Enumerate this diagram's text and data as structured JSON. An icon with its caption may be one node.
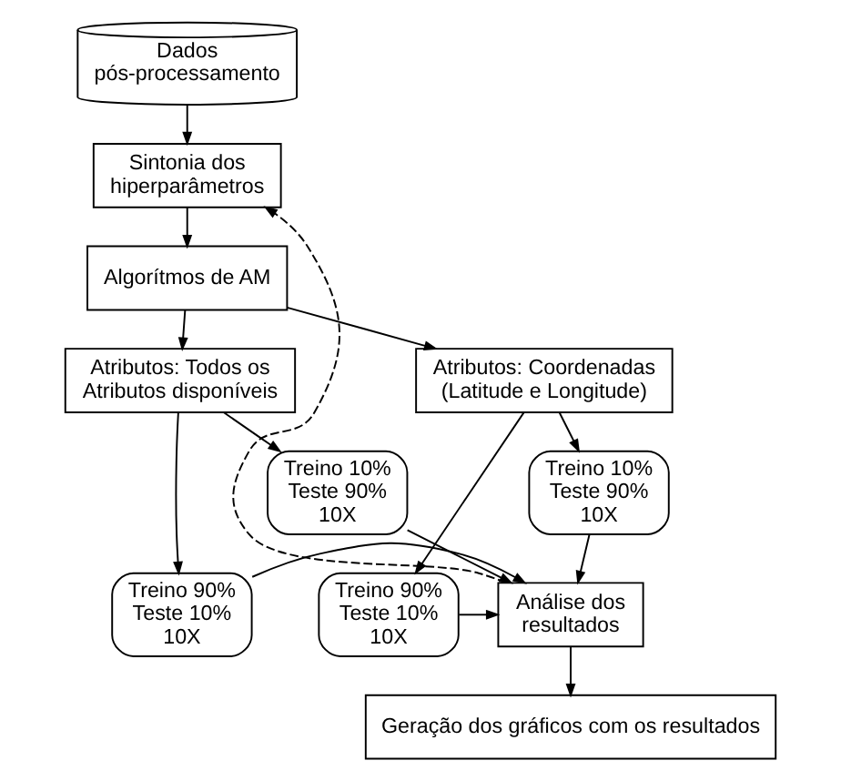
{
  "diagram": {
    "nodes": [
      {
        "text": [
          "Dados pós-processamento"
        ]
      },
      {
        "text": [
          "Sintonia dos hiperparâmetros"
        ]
      },
      {
        "text": [
          "Algorítmos de AM"
        ]
      },
      {
        "text": [
          "Atributos: Coordenadas (Latitude e Longitude)"
        ]
      },
      {
        "text": [
          "Atributos: Todos os Atributos disponíveis"
        ]
      },
      {
        "text": [
          "Treino 10% Teste 90% 10X"
        ]
      },
      {
        "text": [
          "Treino 90% Teste 10% 10X"
        ]
      },
      {
        "text": [
          "Análise dos resultados"
        ]
      },
      {
        "text": [
          "Treino 10% Teste 90% 10X"
        ]
      },
      {
        "text": [
          "Treino 90% Teste 10% 10X"
        ]
      },
      {
        "text": [
          "Geração dos gráficos com os resultados"
        ]
      }
    ],
    "edges": [
      {
        "from": 0,
        "to": 1,
        "arrow": "to"
      },
      {
        "from": 1,
        "to": 2,
        "arrow": "to"
      },
      {
        "from": 2,
        "to": 3,
        "arrow": "to"
      },
      {
        "from": 2,
        "to": 4,
        "arrow": "to"
      },
      {
        "from": 3,
        "to": 5,
        "arrow": "to"
      },
      {
        "from": 3,
        "to": 6,
        "arrow": "to"
      },
      {
        "from": 4,
        "to": 8,
        "arrow": "to"
      },
      {
        "from": 4,
        "to": 9,
        "arrow": "to"
      },
      {
        "from": 5,
        "to": 7,
        "arrow": "to"
      },
      {
        "from": 6,
        "to": 7,
        "arrow": "to"
      },
      {
        "from": 8,
        "to": 7,
        "arrow": "to"
      },
      {
        "from": 9,
        "to": 7,
        "arrow": "to"
      },
      {
        "from": 7,
        "to": 10,
        "arrow": "to"
      },
      {
        "from": 7,
        "to": 1,
        "arrow": "to",
        "style": "dashed"
      }
    ]
  }
}
